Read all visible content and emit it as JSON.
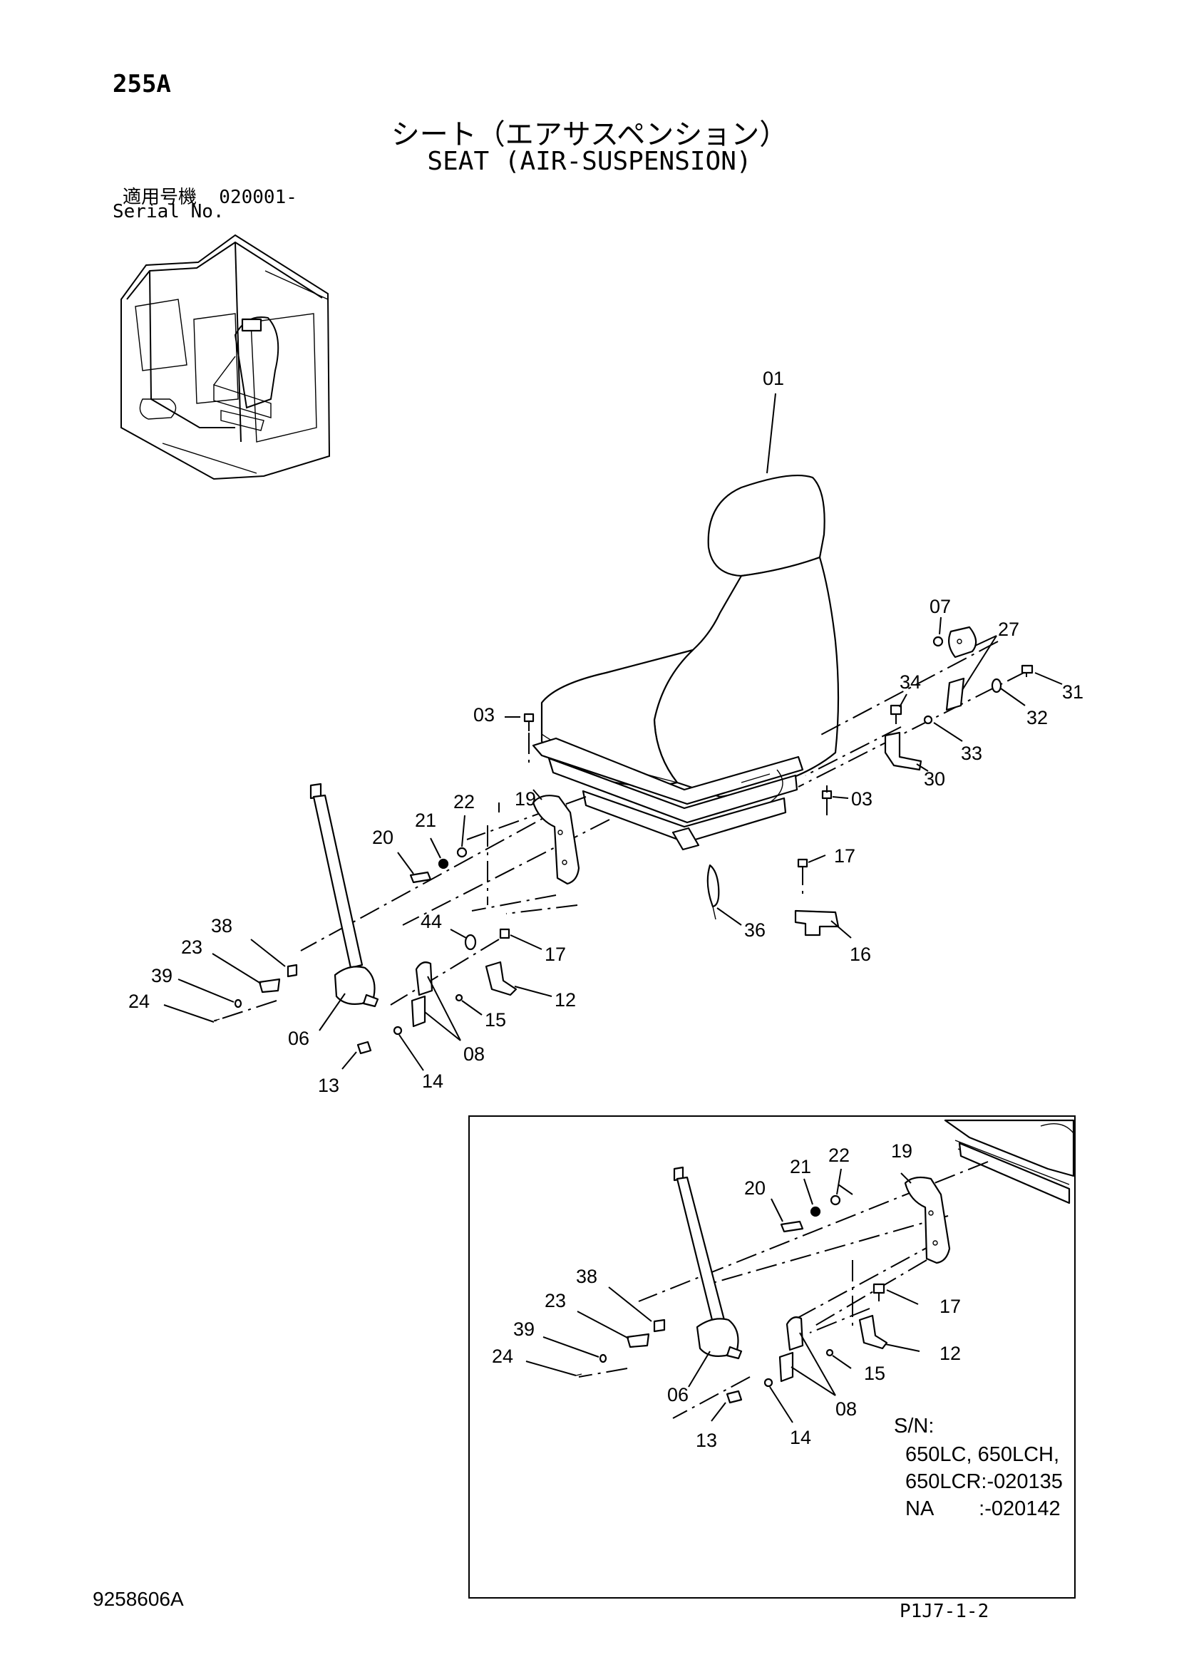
{
  "header": {
    "page_number": "255A",
    "title_jp": "シート（エアサスペンション）",
    "title_en": "SEAT (AIR-SUSPENSION)",
    "serial_jp": "適用号機  020001-",
    "serial_en": "Serial No."
  },
  "main_callouts": {
    "c01": "01",
    "c03a": "03",
    "c03b": "03",
    "c07": "07",
    "c27": "27",
    "c31": "31",
    "c32": "32",
    "c33": "33",
    "c34": "34",
    "c30": "30",
    "c17a": "17",
    "c16": "16",
    "c36": "36",
    "c19": "19",
    "c20": "20",
    "c21": "21",
    "c22": "22",
    "c38": "38",
    "c23": "23",
    "c39": "39",
    "c24": "24",
    "c44": "44",
    "c17b": "17",
    "c12": "12",
    "c15": "15",
    "c06": "06",
    "c08": "08",
    "c13": "13",
    "c14": "14"
  },
  "inset": {
    "callouts": {
      "c19": "19",
      "c20": "20",
      "c21": "21",
      "c22": "22",
      "c38": "38",
      "c23": "23",
      "c39": "39",
      "c24": "24",
      "c17": "17",
      "c12": "12",
      "c15": "15",
      "c06": "06",
      "c08": "08",
      "c13": "13",
      "c14": "14"
    },
    "sn_label": "S/N:",
    "sn_line1": "650LC, 650LCH,",
    "sn_line2": "650LCR:-020135",
    "sn_line3": "NA        :-020142"
  },
  "footer": {
    "doc_code": "9258606A",
    "page_ref": "P1J7-1-2"
  }
}
